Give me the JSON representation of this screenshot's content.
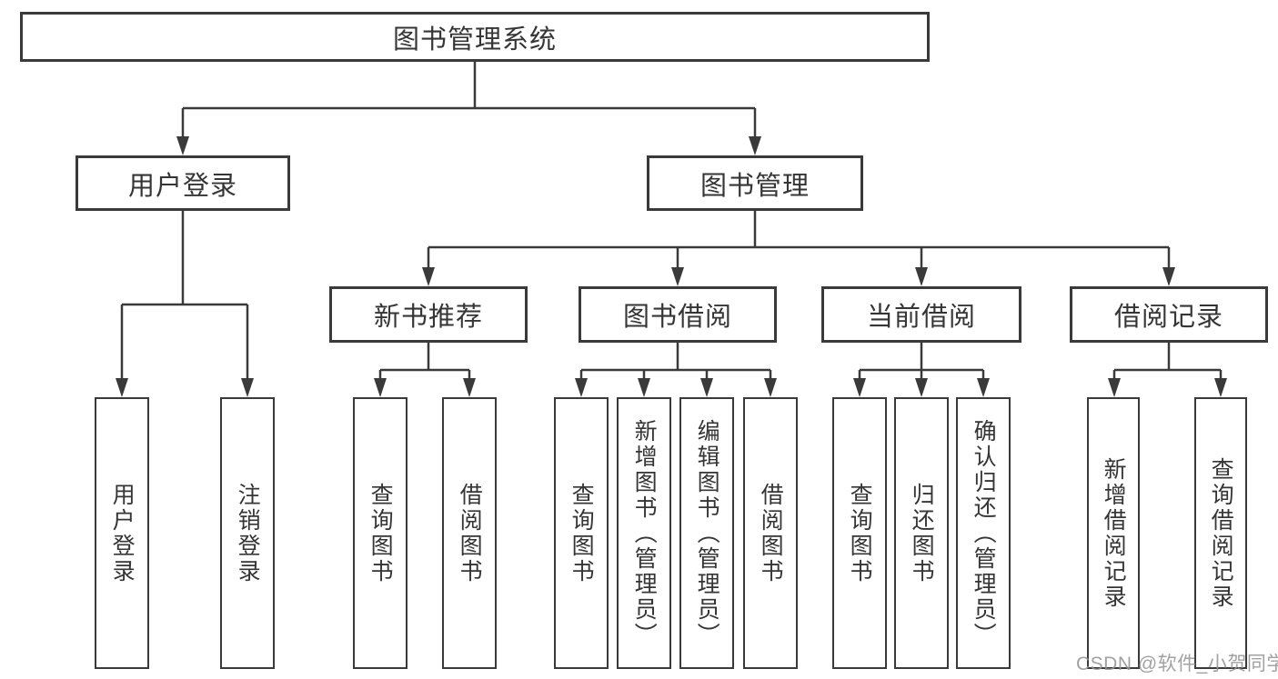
{
  "tree": {
    "root": {
      "label": "图书管理系统",
      "children": [
        {
          "label": "用户登录",
          "children": [
            {
              "label": "用户登录"
            },
            {
              "label": "注销登录"
            }
          ]
        },
        {
          "label": "图书管理",
          "children": [
            {
              "label": "新书推荐",
              "children": [
                {
                  "label": "查询图书"
                },
                {
                  "label": "借阅图书"
                }
              ]
            },
            {
              "label": "图书借阅",
              "children": [
                {
                  "label": "查询图书"
                },
                {
                  "label": "新增图书（管理员）"
                },
                {
                  "label": "编辑图书（管理员）"
                },
                {
                  "label": "借阅图书"
                }
              ]
            },
            {
              "label": "当前借阅",
              "children": [
                {
                  "label": "查询图书"
                },
                {
                  "label": "归还图书"
                },
                {
                  "label": "确认归还（管理员）"
                }
              ]
            },
            {
              "label": "借阅记录",
              "children": [
                {
                  "label": "新增借阅记录"
                },
                {
                  "label": "查询借阅记录"
                }
              ]
            }
          ]
        }
      ]
    }
  },
  "watermark": {
    "text": "CSDN @软件_小贺同学"
  },
  "colors": {
    "line": "#3a3a3a",
    "text": "#353535",
    "background": "#ffffff",
    "watermark": "#949494"
  }
}
